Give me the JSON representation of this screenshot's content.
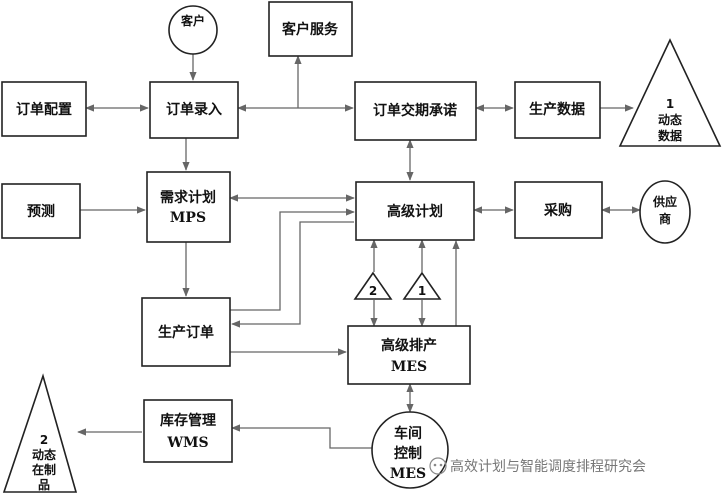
{
  "nodes": {
    "customer": "客户",
    "customer_service": "客户服务",
    "order_config": "订单配置",
    "order_entry": "订单录入",
    "order_delivery_promise": "订单交期承诺",
    "production_data": "生产数据",
    "dynamic_data": {
      "num": "1",
      "line1": "动态",
      "line2": "数据"
    },
    "forecast": "预测",
    "demand_plan": {
      "line1": "需求计划",
      "line2": "MPS"
    },
    "advanced_planning": "高级计划",
    "purchasing": "采购",
    "supplier": {
      "line1": "供应",
      "line2": "商"
    },
    "marker_2": "2",
    "marker_1": "1",
    "production_order": "生产订单",
    "advanced_scheduling": {
      "line1": "高级排产",
      "line2": "MES"
    },
    "inventory_mgmt": {
      "line1": "库存管理",
      "line2": "WMS"
    },
    "dynamic_wip": {
      "num": "2",
      "line1": "动态",
      "line2": "在制",
      "line3": "品"
    },
    "workshop_control": {
      "line1": "车间",
      "line2": "控制",
      "line3": "MES"
    }
  },
  "watermark": "高效计划与智能调度排程研究会"
}
